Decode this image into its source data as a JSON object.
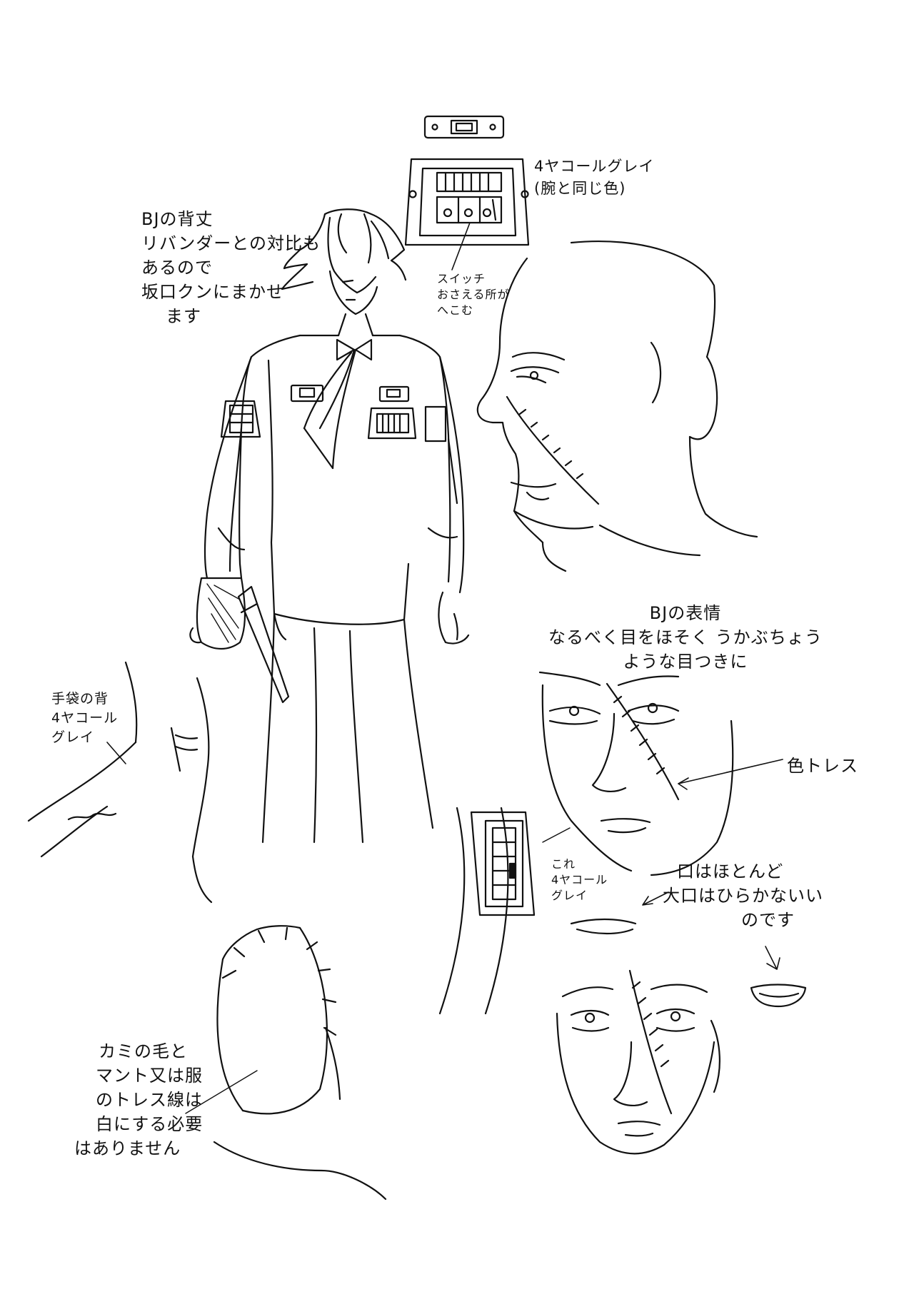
{
  "notes": {
    "wristband_color": [
      "4ヤコールグレイ",
      "(腕と同じ色)"
    ],
    "switch": [
      "スイッチ",
      "おさえる所が",
      "へこむ"
    ],
    "height": [
      "BJの背丈",
      "リバンダーとの対比も",
      "あるので",
      "坂口クンにまかせ",
      "ます"
    ],
    "glove_back": [
      "手袋の背",
      "4ヤコール",
      "グレイ"
    ],
    "expression": [
      "BJの表情",
      "なるべく目をほそく うかぶちょう",
      "ような目つきに"
    ],
    "scar_trace": "色トレス",
    "armband_label": [
      "これ",
      "4ヤコール",
      "グレイ"
    ],
    "mouth": [
      "口はほとんど",
      "大口はひらかないい",
      "のです"
    ],
    "hair_note": [
      "カミの毛と",
      "マント又は服",
      "のトレス線は",
      "白にする必要",
      "はありません"
    ]
  },
  "colors": {
    "ink": "#111111",
    "paper": "#ffffff"
  }
}
